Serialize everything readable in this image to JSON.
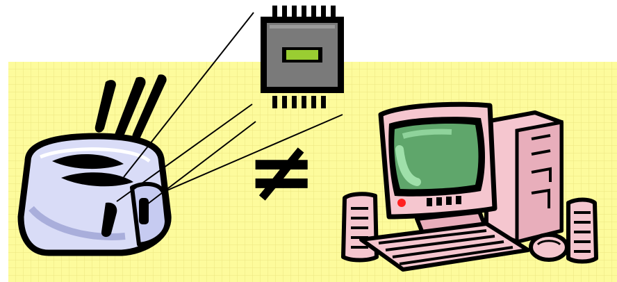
{
  "scene": {
    "background_color": "#ffffff",
    "panel": {
      "fill": "#fdfb9c",
      "grid_color": "#ece680"
    },
    "symbol": "≠",
    "chip": {
      "icon": "microchip-icon",
      "body_color": "#7a7a7a",
      "indicator_color": "#9acd32",
      "pin_count_top": 7,
      "pin_count_bottom": 6
    },
    "toaster": {
      "icon": "toaster-icon",
      "body_color": "#d9dcf7",
      "steam_marks": 3
    },
    "computer": {
      "icon": "desktop-computer-icon",
      "case_color": "#f5c6cf",
      "screen_color": "#5fa66b",
      "power_led_color": "#ff2020",
      "speakers": 2
    },
    "connectors": {
      "icon": "connector-lines-icon",
      "count": 4,
      "color": "#000000"
    }
  }
}
